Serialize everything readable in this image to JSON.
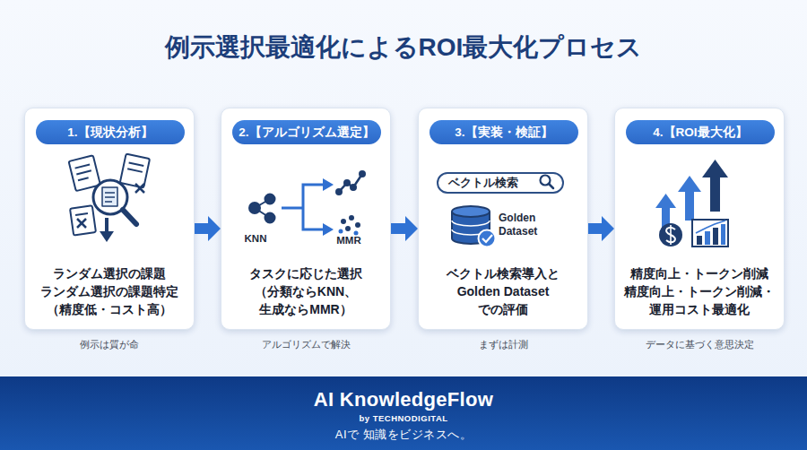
{
  "diagram": {
    "title": "例示選択最適化によるROI最大化プロセス",
    "nodes": [
      {
        "text": [
          "ランダム選択の課題 ランダム選択の課題特定 （精度低・コスト高）"
        ]
      },
      {
        "text": [
          "1.【現状分析】"
        ],
        "in": 0
      },
      {
        "text": [
          "タスクに応じた選択 （分類ならKNN、 生成ならMMR）"
        ]
      },
      {
        "text": [
          "2.【アルゴリズム選定】"
        ],
        "in": 2
      },
      {
        "text": [
          "ベクトル検索導入と Golden Dataset での評価"
        ]
      },
      {
        "text": [
          "3.【実装・検証】"
        ],
        "in": 4
      },
      {
        "text": [
          "ベクトル検索"
        ],
        "in": 4
      },
      {
        "text": [
          "精度向上・トークン削減 精度向上・トークン削減・ 運用コスト最適化"
        ]
      },
      {
        "text": [
          "4.【ROI最大化】"
        ],
        "in": 7
      },
      {
        "text": [
          "AI KnowledgeFlow",
          "by TECHNODIGITAL",
          "AIで 知識をビジネスへ。"
        ]
      }
    ],
    "edges": [
      {
        "from": 0,
        "to": 2,
        "arrow": "to"
      },
      {
        "from": 2,
        "to": 4,
        "arrow": "to"
      },
      {
        "from": 4,
        "to": 7,
        "arrow": "to"
      }
    ],
    "labels": [
      "KNN",
      "MMR",
      "Golden Dataset",
      "例示は質が命",
      "アルゴリズムで解決",
      "まずは計測",
      "データに基づく意思決定"
    ]
  }
}
